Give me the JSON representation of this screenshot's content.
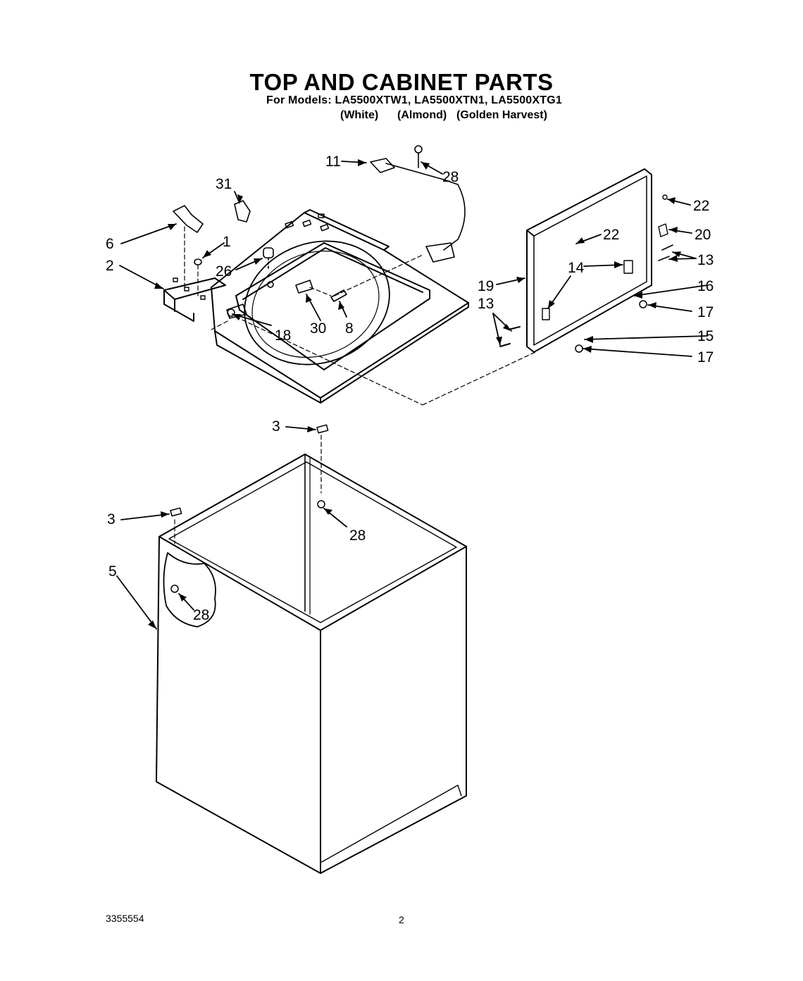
{
  "header": {
    "title": "TOP AND CABINET PARTS",
    "models_line": "For Models: LA5500XTW1, LA5500XTN1, LA5500XTG1",
    "colors": [
      "(White)",
      "(Almond)",
      "(Golden Harvest)"
    ]
  },
  "callouts": {
    "c11": "11",
    "c28a": "28",
    "c31": "31",
    "c6": "6",
    "c1": "1",
    "c2": "2",
    "c26": "26",
    "c18": "18",
    "c30": "30",
    "c8": "8",
    "c22a": "22",
    "c22b": "22",
    "c20": "20",
    "c13a": "13",
    "c14": "14",
    "c19": "19",
    "c16": "16",
    "c13b": "13",
    "c17a": "17",
    "c15": "15",
    "c17b": "17",
    "c3a": "3",
    "c28b": "28",
    "c3b": "3",
    "c5": "5",
    "c28c": "28"
  },
  "footer": {
    "part_number": "3355554",
    "page_number": "2"
  }
}
